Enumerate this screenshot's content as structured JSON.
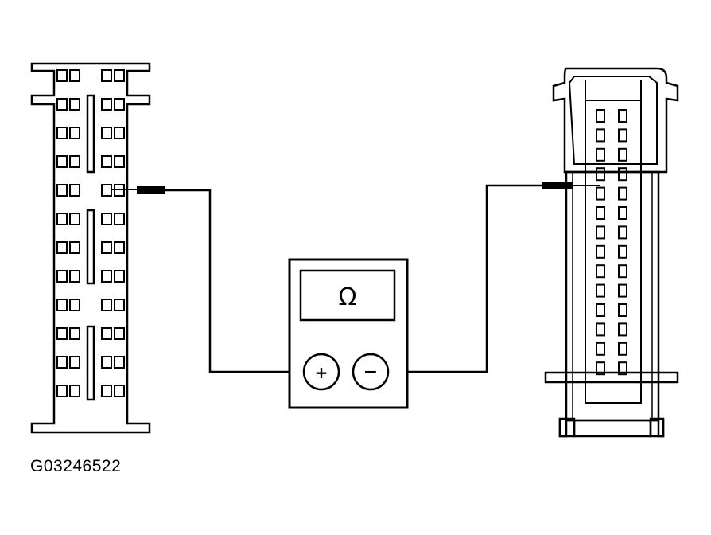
{
  "figure": {
    "code": "G03246522"
  },
  "meter": {
    "display_symbol": "Ω",
    "positive_label": "+",
    "negative_label": "−"
  },
  "connector_left": {
    "columns": 2,
    "rows": 12
  },
  "connector_right": {
    "columns": 2,
    "rows": 14
  },
  "colors": {
    "line": "#000000",
    "background": "#ffffff"
  }
}
